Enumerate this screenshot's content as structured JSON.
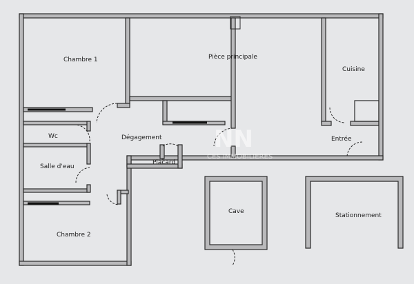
{
  "rooms": {
    "chambre1": "Chambre 1",
    "piece_principale": "Pièce principale",
    "cuisine": "Cuisine",
    "wc": "Wc",
    "degagement": "Dégagement",
    "entree": "Entrée",
    "salle_deau": "Salle d'eau",
    "placard": "Placard",
    "chambre2": "Chambre 2",
    "cave": "Cave",
    "stationnement": "Stationnement"
  },
  "watermark": {
    "logo": "NN",
    "tagline": "CES IMMOBILIERES"
  },
  "colors": {
    "wall_fill": "#b9b9bb",
    "wall_stroke": "#2a2a2a",
    "background": "#e6e7e9"
  }
}
